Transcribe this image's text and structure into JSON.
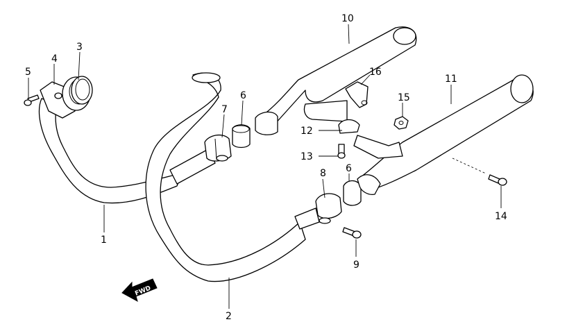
{
  "callouts": {
    "c1": "1",
    "c2": "2",
    "c3": "3",
    "c4": "4",
    "c5": "5",
    "c6a": "6",
    "c6b": "6",
    "c7": "7",
    "c8": "8",
    "c9": "9",
    "c10": "10",
    "c11": "11",
    "c12": "12",
    "c13": "13",
    "c14": "14",
    "c15": "15",
    "c16": "16"
  },
  "fwd_label": "FWD"
}
